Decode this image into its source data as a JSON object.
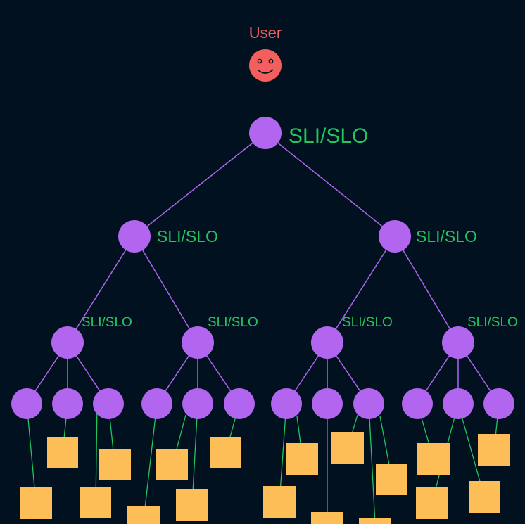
{
  "user": {
    "label": "User",
    "icon": "smiley-face-icon"
  },
  "tree": {
    "node_label": "SLI/SLO",
    "levels": 3
  },
  "colors": {
    "background": "#02111f",
    "node": "#b266f0",
    "node_edge": "#b266f0",
    "leaf": "#fdbd57",
    "leaf_edge": "#22c55e",
    "label": "#22c55e",
    "user": "#f25f5c"
  }
}
